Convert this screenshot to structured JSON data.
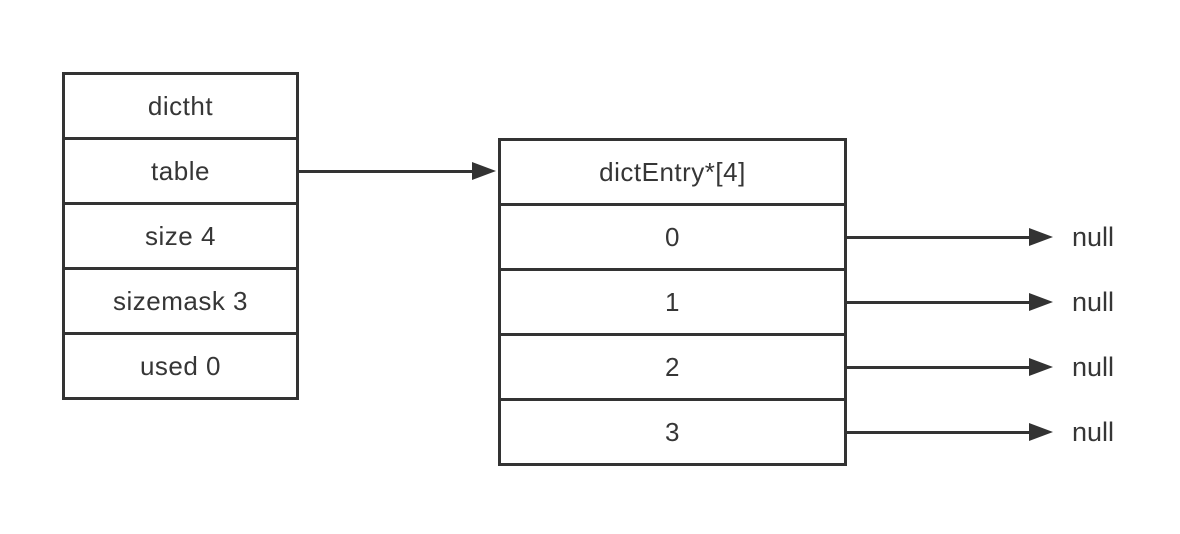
{
  "diagram": {
    "title_hint": "redis dictht hash table diagram",
    "left_table": {
      "rows": [
        "dictht",
        "table",
        "size 4",
        "sizemask 3",
        "used 0"
      ]
    },
    "right_table": {
      "header": "dictEntry*[4]",
      "rows": [
        "0",
        "1",
        "2",
        "3"
      ]
    },
    "pointers": {
      "bucket_values": [
        "null",
        "null",
        "null",
        "null"
      ]
    },
    "colors": {
      "line": "#333333",
      "text": "#363636",
      "background": "#ffffff"
    }
  }
}
